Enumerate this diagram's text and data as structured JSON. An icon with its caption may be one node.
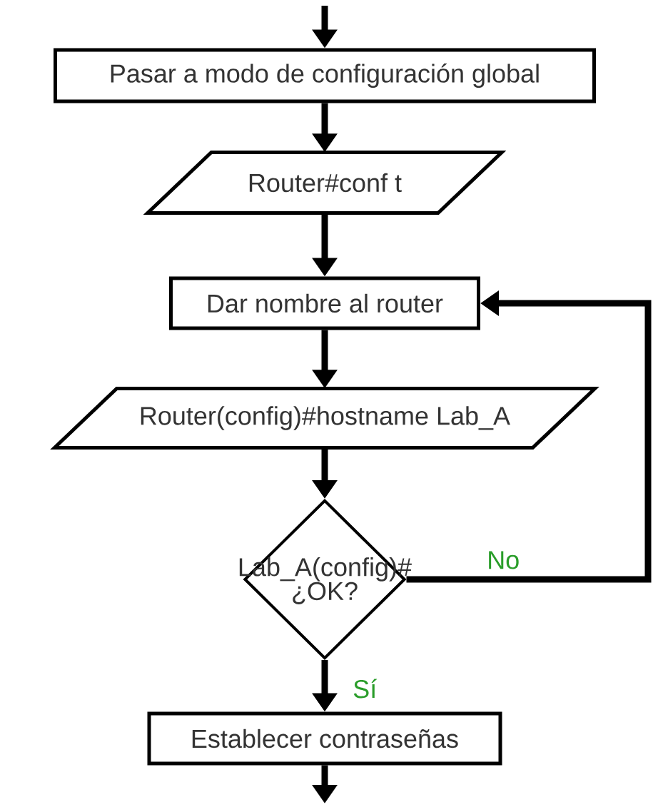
{
  "diagram": {
    "nodes": [
      {
        "text": [
          "Pasar a modo de configuración global"
        ]
      },
      {
        "text": [
          "Router#conf t"
        ]
      },
      {
        "text": [
          "Dar nombre al router"
        ]
      },
      {
        "text": [
          "Router(config)#hostname Lab_A"
        ]
      },
      {
        "text": [
          "Lab_A(config)# ¿OK?"
        ]
      },
      {
        "text": [
          "Establecer contraseñas"
        ]
      }
    ],
    "edges": [
      {
        "from": null,
        "to": 0,
        "arrow": "to"
      },
      {
        "from": 0,
        "to": 1,
        "arrow": "to"
      },
      {
        "from": 1,
        "to": 2,
        "arrow": "to"
      },
      {
        "from": 2,
        "to": 3,
        "arrow": "to"
      },
      {
        "from": 3,
        "to": 4,
        "arrow": "to"
      },
      {
        "from": 4,
        "to": 2,
        "arrow": "to",
        "label": "No"
      },
      {
        "from": 4,
        "to": 5,
        "arrow": "to",
        "label": "Sí"
      },
      {
        "from": 5,
        "to": null,
        "arrow": "to"
      }
    ]
  }
}
